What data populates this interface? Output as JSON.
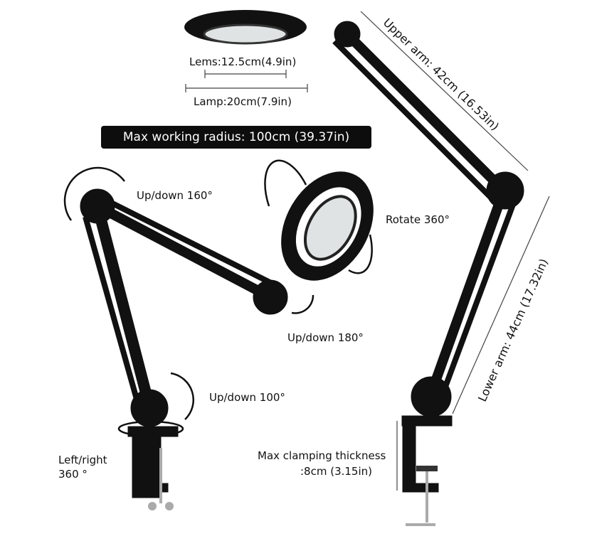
{
  "labels": {
    "lens": "Lems:12.5cm(4.9in)",
    "lamp": "Lamp:20cm(7.9in)",
    "max_radius": "Max working radius: 100cm (39.37in)",
    "upper_arm": "Upper arm: 42cm (16.53in)",
    "lower_arm": "Lower arm: 44cm (17.32in)",
    "updown160": "Up/down 160°",
    "rotate360": "Rotate 360°",
    "updown180": "Up/down 180°",
    "updown100": "Up/down 100°",
    "leftright_1": "Left/right",
    "leftright_2": "360 °",
    "clamp_1": "Max clamping thickness",
    "clamp_2": ":8cm (3.15in)"
  },
  "colors": {
    "lamp": "#111111",
    "background": "#ffffff"
  }
}
